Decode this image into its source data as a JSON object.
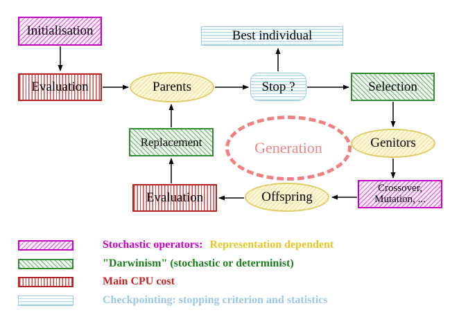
{
  "diagram": {
    "nodes": {
      "initialisation": {
        "label": "Initialisation"
      },
      "evaluation_top": {
        "label": "Evaluation"
      },
      "parents": {
        "label": "Parents"
      },
      "stop": {
        "label": "Stop ?"
      },
      "best_individual": {
        "label": "Best individual"
      },
      "selection": {
        "label": "Selection"
      },
      "genitors": {
        "label": "Genitors"
      },
      "crossover_mutation": {
        "line1": "Crossover,",
        "line2": "Mutation, ..."
      },
      "offspring": {
        "label": "Offspring"
      },
      "evaluation_bottom": {
        "label": "Evaluation"
      },
      "replacement": {
        "label": "Replacement"
      },
      "generation": {
        "label": "Generation"
      }
    },
    "legend": {
      "items": [
        {
          "style": "magenta-diagonal-hatch",
          "text": "Stochastic operators:",
          "text2": "Representation dependent"
        },
        {
          "style": "green-diagonal-hatch",
          "text": "\"Darwinism\" (stochastic or determinist)"
        },
        {
          "style": "red-vertical-stripes",
          "text": "Main CPU cost"
        },
        {
          "style": "cyan-horizontal-stripes",
          "text": "Checkpointing: stopping criterion and statistics"
        }
      ]
    },
    "colors": {
      "magenta": "#c400c4",
      "red": "#b52222",
      "green": "#2e8b2e",
      "cyan_border": "#9acbe0",
      "yellow_border": "#e0cc66",
      "salmon": "#f08080",
      "gold_text": "#e8c526",
      "legend_cyan_text": "#9cc8e6",
      "arrow": "#000000"
    }
  }
}
